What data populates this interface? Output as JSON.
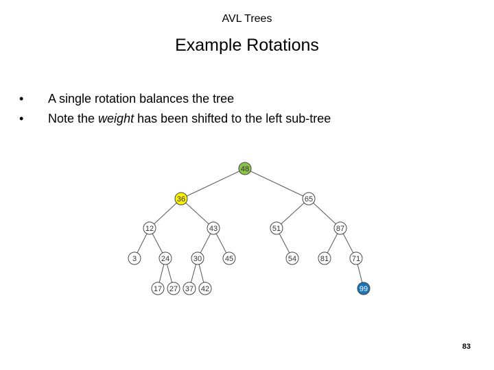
{
  "slide": {
    "header": "AVL Trees",
    "title": "Example Rotations",
    "bullets": [
      {
        "text": "A single rotation balances the tree",
        "italic": ""
      },
      {
        "before": "Note the ",
        "italic": "weight",
        "after": " has been shifted to the left sub-tree"
      }
    ],
    "page_number": "83"
  },
  "tree": {
    "colors": {
      "default_fill": "#ffffff",
      "root_fill": "#8bc34a",
      "pivot_fill": "#fff200",
      "new_fill": "#1b75bb",
      "edge": "#555555"
    },
    "nodes": [
      {
        "id": "n48",
        "label": "48",
        "fill": "root_fill"
      },
      {
        "id": "n36",
        "label": "36",
        "fill": "pivot_fill"
      },
      {
        "id": "n65",
        "label": "65",
        "fill": "default_fill"
      },
      {
        "id": "n12",
        "label": "12",
        "fill": "default_fill"
      },
      {
        "id": "n43",
        "label": "43",
        "fill": "default_fill"
      },
      {
        "id": "n51",
        "label": "51",
        "fill": "default_fill"
      },
      {
        "id": "n87",
        "label": "87",
        "fill": "default_fill"
      },
      {
        "id": "n3",
        "label": "3",
        "fill": "default_fill"
      },
      {
        "id": "n24",
        "label": "24",
        "fill": "default_fill"
      },
      {
        "id": "n30",
        "label": "30",
        "fill": "default_fill"
      },
      {
        "id": "n45",
        "label": "45",
        "fill": "default_fill"
      },
      {
        "id": "n54",
        "label": "54",
        "fill": "default_fill"
      },
      {
        "id": "n81",
        "label": "81",
        "fill": "default_fill"
      },
      {
        "id": "n71",
        "label": "71",
        "fill": "default_fill"
      },
      {
        "id": "n17",
        "label": "17",
        "fill": "default_fill"
      },
      {
        "id": "n27",
        "label": "27",
        "fill": "default_fill"
      },
      {
        "id": "n37",
        "label": "37",
        "fill": "default_fill"
      },
      {
        "id": "n42",
        "label": "42",
        "fill": "default_fill"
      },
      {
        "id": "n99",
        "label": "99",
        "fill": "new_fill"
      }
    ],
    "edges": [
      [
        "n48",
        "n36"
      ],
      [
        "n48",
        "n65"
      ],
      [
        "n36",
        "n12"
      ],
      [
        "n36",
        "n43"
      ],
      [
        "n65",
        "n51"
      ],
      [
        "n65",
        "n87"
      ],
      [
        "n12",
        "n3"
      ],
      [
        "n12",
        "n24"
      ],
      [
        "n43",
        "n30"
      ],
      [
        "n43",
        "n45"
      ],
      [
        "n51",
        "n54"
      ],
      [
        "n87",
        "n81"
      ],
      [
        "n87",
        "n71"
      ],
      [
        "n24",
        "n17"
      ],
      [
        "n24",
        "n27"
      ],
      [
        "n30",
        "n37"
      ],
      [
        "n30",
        "n42"
      ],
      [
        "n71",
        "n99"
      ]
    ]
  }
}
